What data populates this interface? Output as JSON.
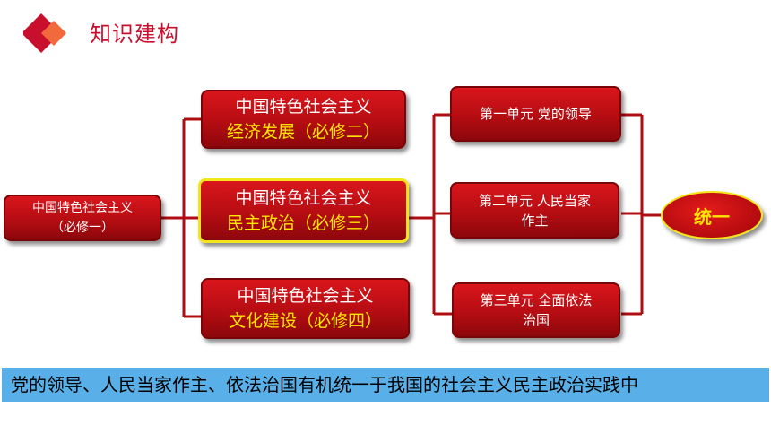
{
  "header": {
    "title": "知识建构"
  },
  "diagram": {
    "root": {
      "line1": "中国特色社会主义",
      "line2": "（必修一）"
    },
    "modules": [
      {
        "line1": "中国特色社会主义",
        "line2": "经济发展（必修二）"
      },
      {
        "line1": "中国特色社会主义",
        "line2": "民主政治（必修三）"
      },
      {
        "line1": "中国特色社会主义",
        "line2": "文化建设（必修四）"
      }
    ],
    "units": [
      {
        "line1": "第一单元 党的领导",
        "line2": ""
      },
      {
        "line1": "第二单元 人民当家",
        "line2": "作主"
      },
      {
        "line1": "第三单元 全面依法",
        "line2": "治国"
      }
    ],
    "result": "统一"
  },
  "footer": {
    "text": "党的领导、人民当家作主、依法治国有机统一于我国的社会主义民主政治实践中"
  },
  "colors": {
    "accent": "#c8102e",
    "box_red": "#b50d12",
    "highlight": "#f2e51a",
    "sub_text": "#ffe600",
    "footer_bg": "#59b0e8"
  }
}
